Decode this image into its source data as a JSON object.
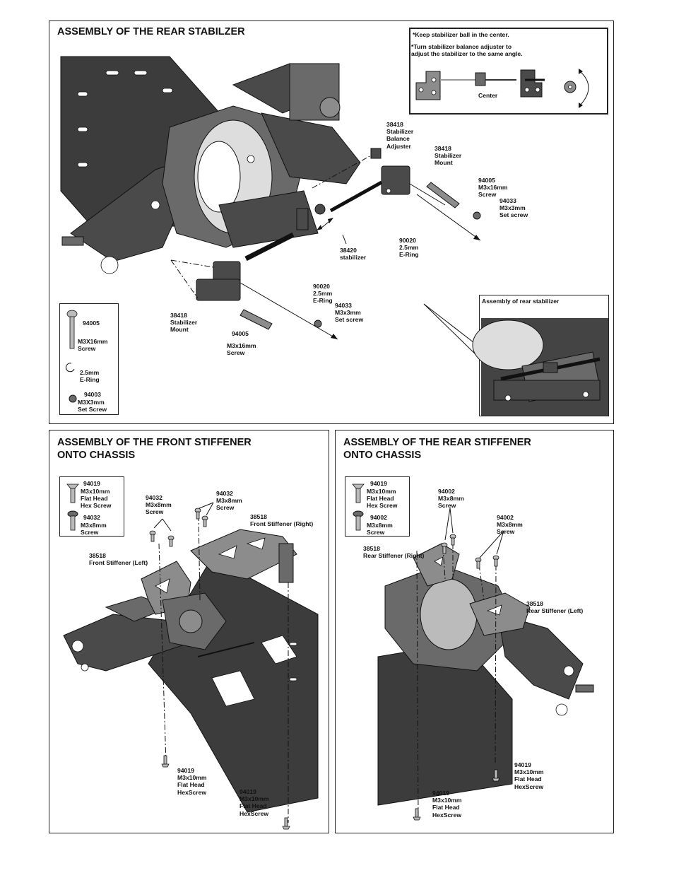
{
  "panels": {
    "rear_stabilizer": {
      "title": "ASSEMBLY OF THE REAR  STABILZER",
      "note": {
        "line1": "*Keep stabilizer ball in the center.",
        "line2": "*Turn stabilizer balance adjuster to\n adjust the stabilizer to the same angle.",
        "center": "Center"
      },
      "labels": {
        "adjuster": "38418\nStabilizer\nBalance\nAdjuster",
        "mount_upper": "38418\nStabilizer\nMount",
        "screw_upper": "94005\nM3x16mm\nScrew",
        "setscrew_upper": "94033\nM3x3mm\nSet screw",
        "ering_upper": "90020\n2.5mm\nE-Ring",
        "stabilizer": "38420\nstabilizer",
        "ering_lower": "90020\n2.5mm\nE-Ring",
        "setscrew_lower": "94033\nM3x3mm\nSet screw",
        "mount_lower": "38418\nStabilizer\nMount",
        "screw_lower_code": "94005",
        "screw_lower_desc": "M3x16mm\nScrew"
      },
      "parts_box": {
        "screw_code": "94005",
        "screw_desc": "M3X16mm\nScrew",
        "ering_desc": "2.5mm\nE-Ring",
        "set_code": "94003",
        "set_desc": "M3X3mm\nSet Screw"
      },
      "inset_title": "Assembly of  rear stabilizer"
    },
    "front_stiffener": {
      "title": "ASSEMBLY OF THE FRONT STIFFENER\nONTO CHASSIS",
      "parts_box": {
        "a_code": "94019",
        "a_desc": "M3x10mm\nFlat Head\nHex Screw",
        "b_code": "94032",
        "b_desc": "M3x8mm\nScrew"
      },
      "labels": {
        "screw_a": "94032\nM3x8mm\nScrew",
        "screw_b": "94032\nM3x8mm\nScrew",
        "stiffener_right": "38518\nFront Stiffener (Right)",
        "stiffener_left": "38518\nFront Stiffener (Left)",
        "bottom_a": "94019\nM3x10mm\nFlat Head\nHexScrew",
        "bottom_b": "94019\nM3x10mm\nFlat Head\nHexScrew"
      }
    },
    "rear_stiffener": {
      "title": "ASSEMBLY OF THE REAR  STIFFENER\nONTO CHASSIS",
      "parts_box": {
        "a_code": "94019",
        "a_desc": "M3x10mm\nFlat Head\nHex Screw",
        "b_code": "94002",
        "b_desc": "M3x8mm\nScrew"
      },
      "labels": {
        "screw_a": "94002\nM3x8mm\nScrew",
        "screw_b": "94002\nM3x8mm\nScrew",
        "stiffener_right": "38518\nRear Stiffener (Right)",
        "stiffener_left": "38518\nRear Stiffener (Left)",
        "bottom_a": "94019\nM3x10mm\nFlat Head\nHexScrew",
        "bottom_b": "94019\nM3x10mm\nFlat Head\nHexScrew"
      }
    }
  }
}
